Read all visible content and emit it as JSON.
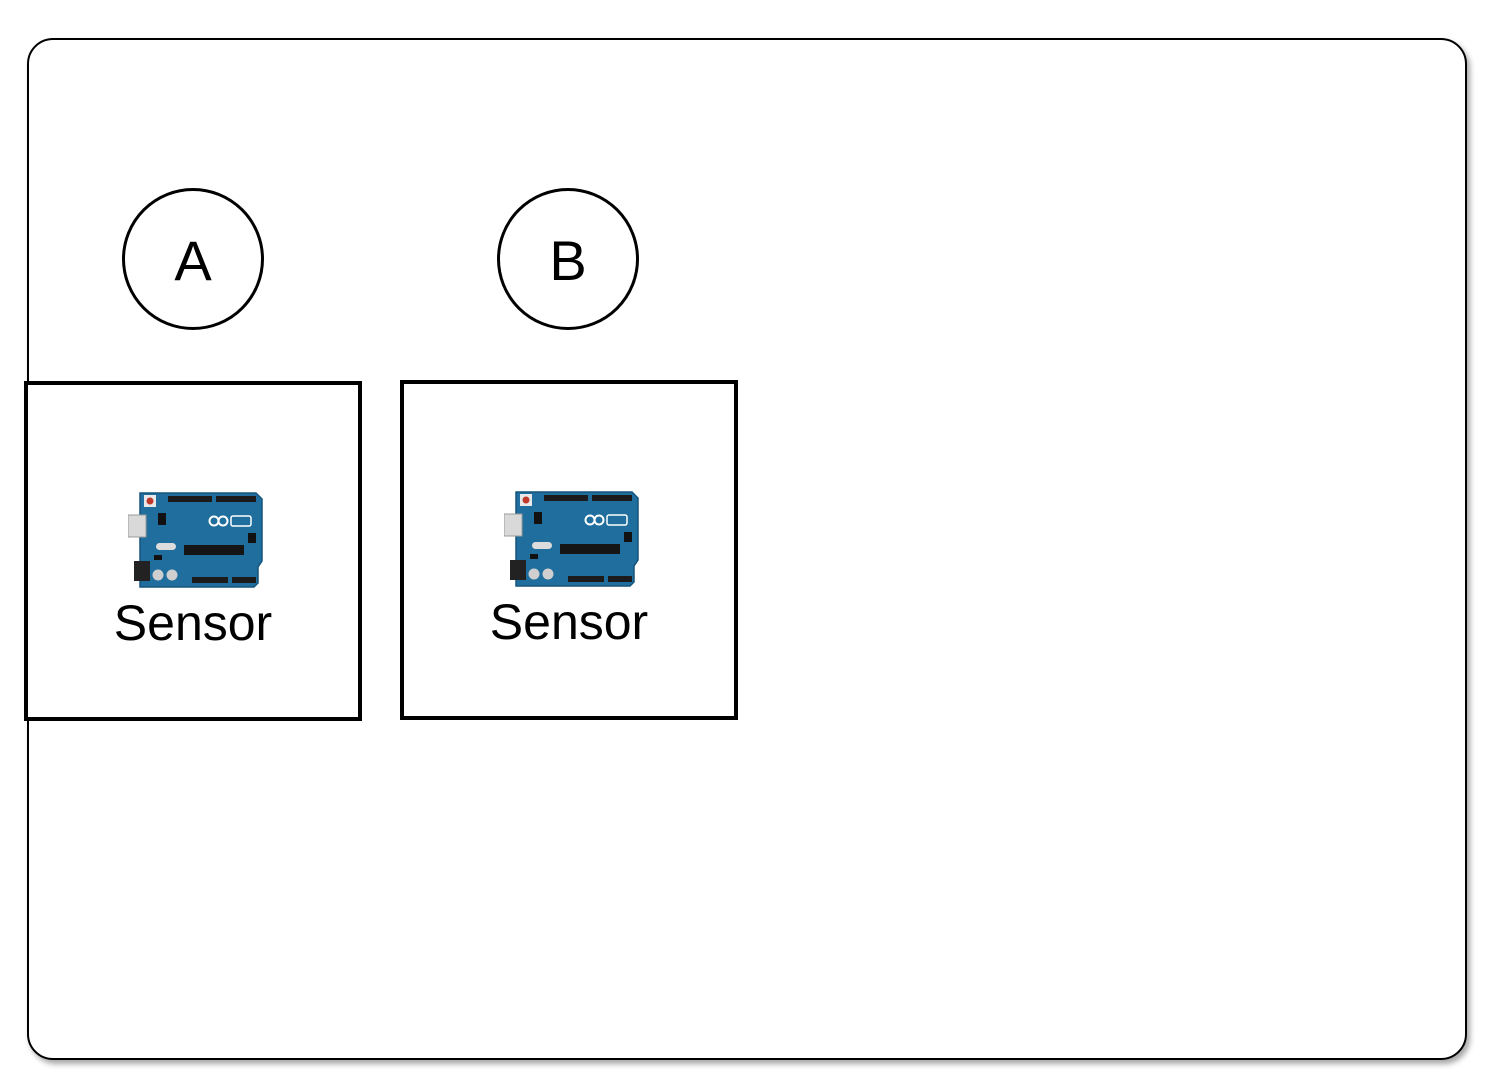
{
  "diagram": {
    "nodes": [
      {
        "id": "A",
        "circle_label": "A",
        "text": "Sensor",
        "icon": "arduino-uno-board-icon"
      },
      {
        "id": "B",
        "circle_label": "B",
        "text": "Sensor",
        "icon": "arduino-uno-board-icon"
      }
    ],
    "colors": {
      "board": "#1f6e9e",
      "board_dark": "#15557c",
      "stroke": "#000000",
      "background": "#ffffff"
    }
  }
}
